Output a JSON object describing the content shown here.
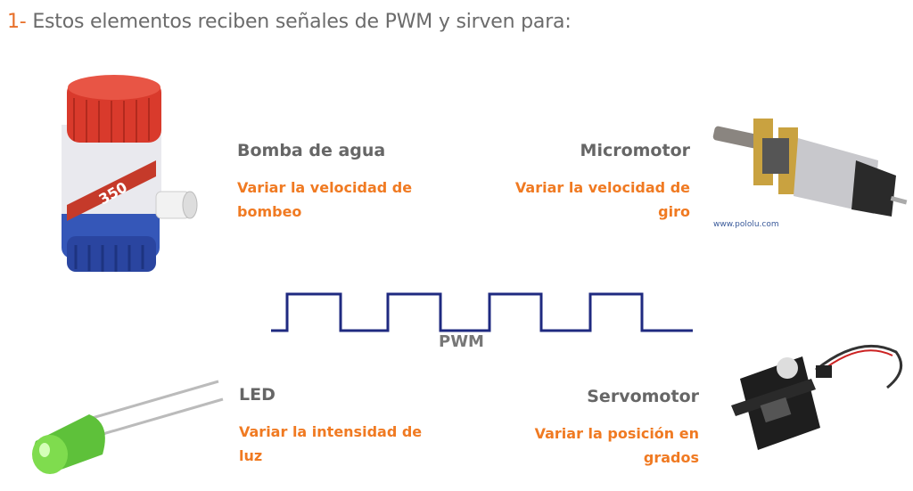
{
  "title": {
    "number": "1-",
    "text": " Estos elementos reciben señales de PWM y  sirven para:"
  },
  "items": [
    {
      "name": "Bomba de agua",
      "use_line1": "Variar la velocidad de",
      "use_line2": "bombeo",
      "image_label": "350"
    },
    {
      "name": "Micromotor",
      "use_line1": "Variar la velocidad de",
      "use_line2": "giro",
      "image_caption": "www.pololu.com"
    },
    {
      "name": "LED",
      "use_line1": "Variar la intensidad de",
      "use_line2": "luz"
    },
    {
      "name": "Servomotor",
      "use_line1": "Variar la posición en",
      "use_line2": "grados"
    }
  ],
  "signal": {
    "label": "PWM",
    "color": "#1f2a80",
    "pulses": 4
  },
  "colors": {
    "accent": "#f07a22",
    "text": "#666666"
  }
}
